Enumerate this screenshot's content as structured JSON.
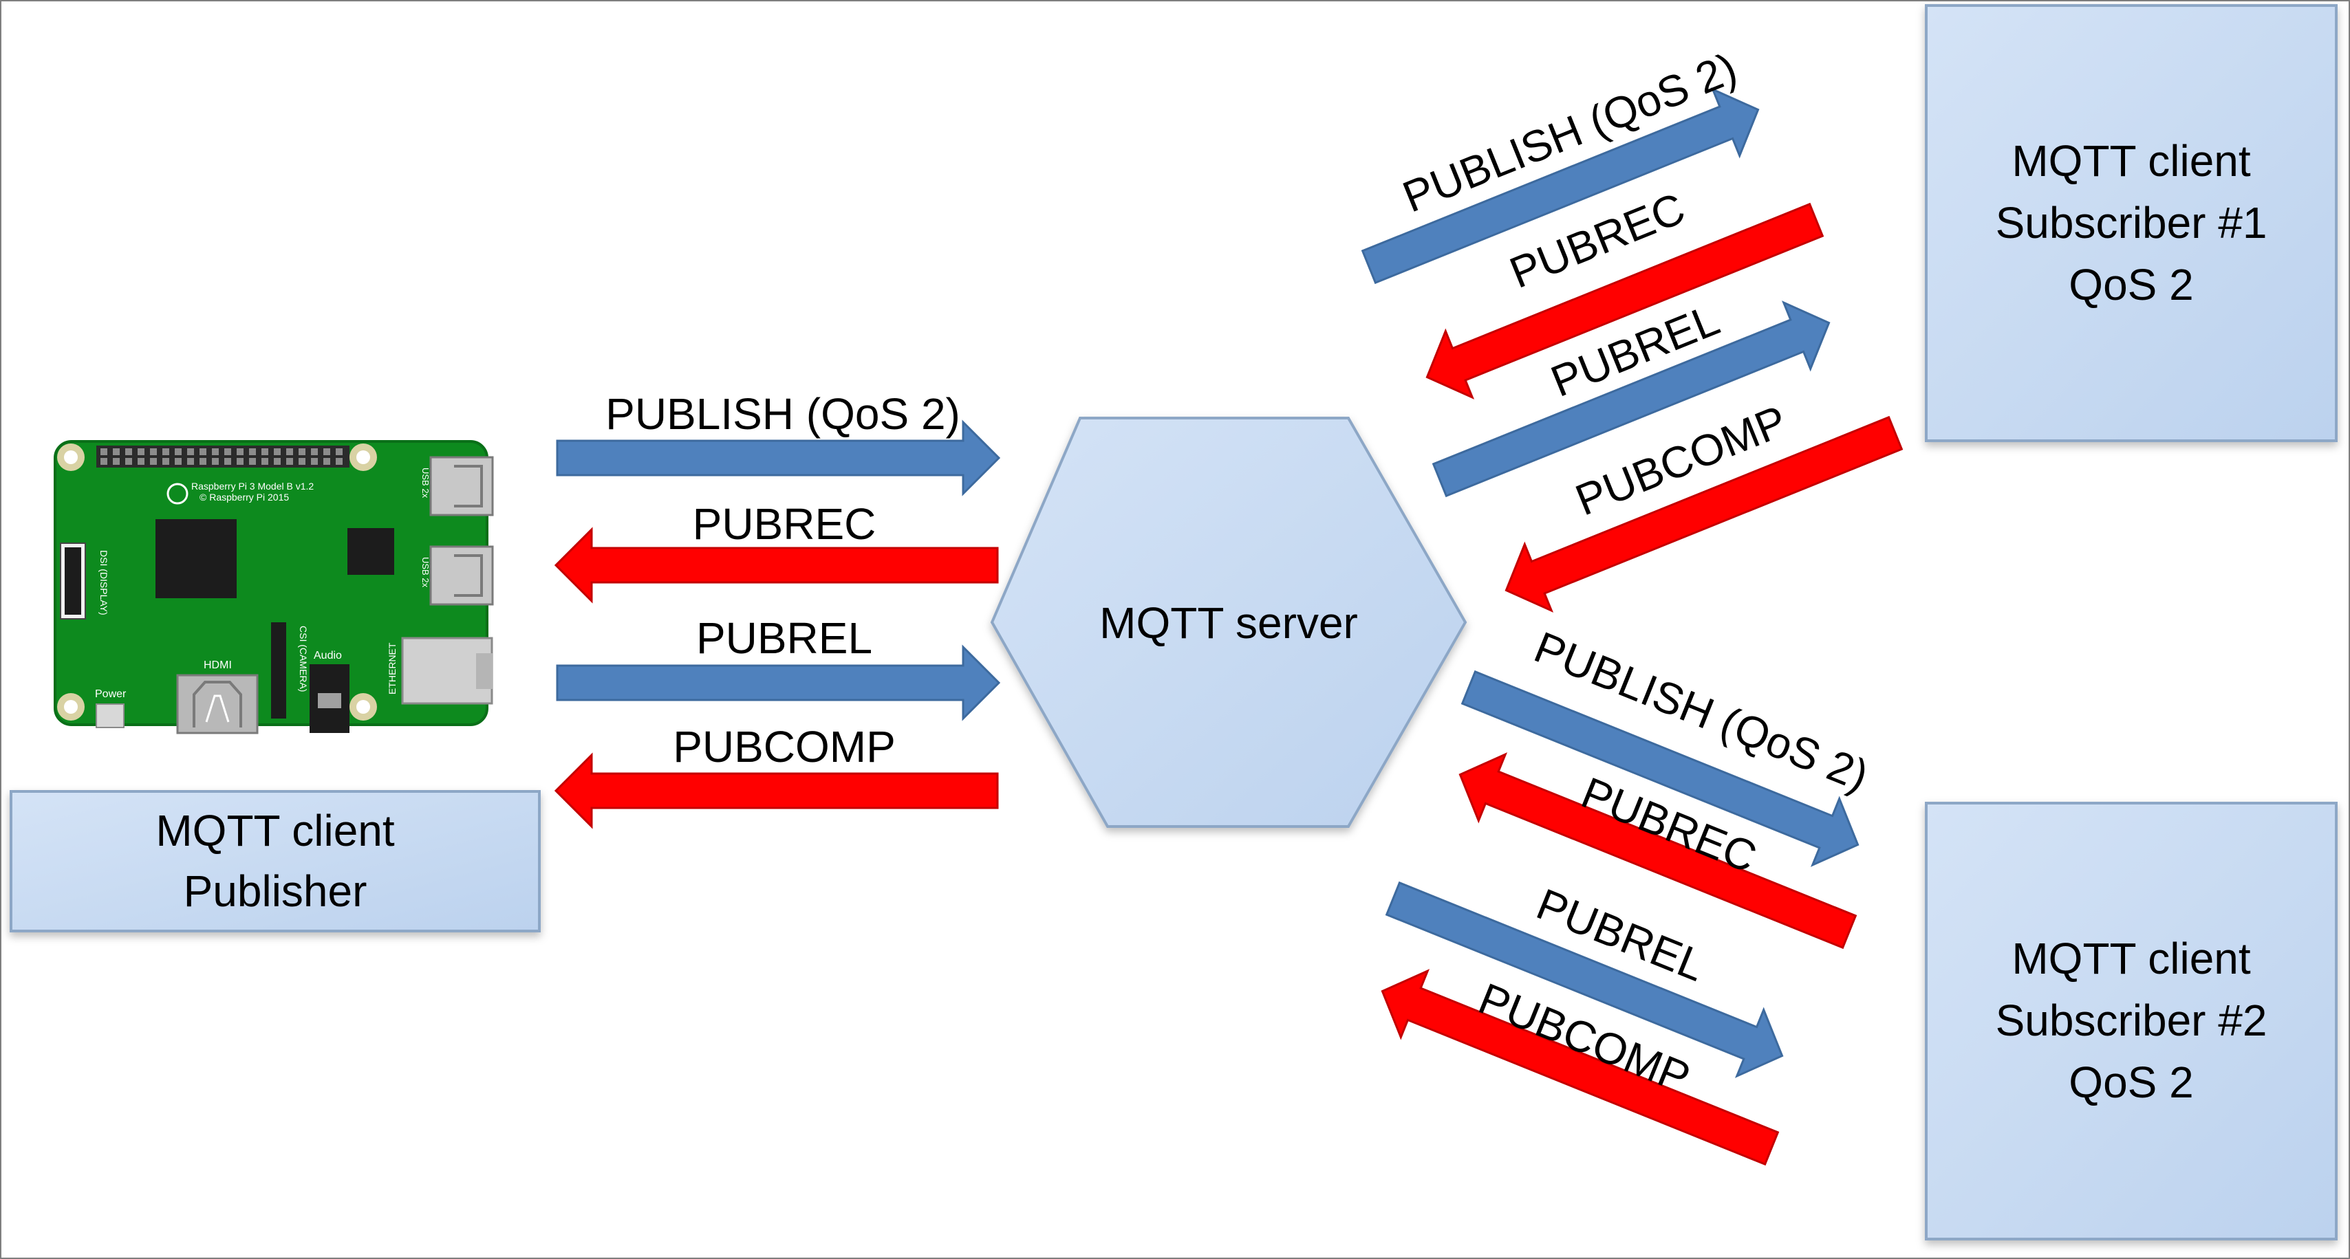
{
  "colors": {
    "outgoing_arrow": "#4f81bd",
    "incoming_arrow": "#ff0000",
    "box_fill": "#c6d9f1",
    "box_border": "#8da7c6",
    "board_green": "#0d8a1e"
  },
  "publisher": {
    "line1": "MQTT client",
    "line2": "Publisher"
  },
  "server": {
    "label": "MQTT server"
  },
  "subscriber1": {
    "line1": "MQTT client",
    "line2": "Subscriber #1",
    "line3": "QoS 2"
  },
  "subscriber2": {
    "line1": "MQTT client",
    "line2": "Subscriber #2",
    "line3": "QoS 2"
  },
  "board": {
    "model": "Raspberry Pi 3 Model B v1.2",
    "copyright": "© Raspberry Pi 2015",
    "hdmi": "HDMI",
    "audio": "Audio",
    "power": "Power",
    "ethernet": "ETHERNET",
    "usb_top": "USB 2x",
    "usb_bottom": "USB 2x",
    "display": "DSI (DISPLAY)",
    "camera": "CSI (CAMERA)"
  },
  "messages": {
    "publisher_side": {
      "publish": "PUBLISH (QoS 2)",
      "pubrec": "PUBREC",
      "pubrel": "PUBREL",
      "pubcomp": "PUBCOMP"
    },
    "subscriber1_side": {
      "publish": "PUBLISH (QoS 2)",
      "pubrec": "PUBREC",
      "pubrel": "PUBREL",
      "pubcomp": "PUBCOMP"
    },
    "subscriber2_side": {
      "publish": "PUBLISH (QoS 2)",
      "pubrec": "PUBREC",
      "pubrel": "PUBREL",
      "pubcomp": "PUBCOMP"
    }
  }
}
